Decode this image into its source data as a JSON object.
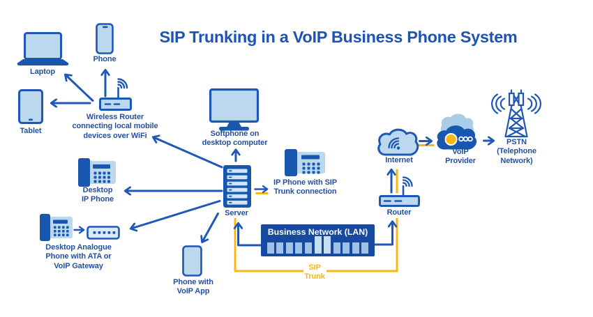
{
  "title": "SIP Trunking in a VoIP Business Phone System",
  "colors": {
    "line_blue": "#1e57b6",
    "dark_fill": "#1757b0",
    "light_fill": "#bcd8ef",
    "lan_background": "#174a9e",
    "sip_trunk_yellow": "#fcb614",
    "label_text": "#24509f",
    "title_text": "#1d53b4"
  },
  "nodes": {
    "laptop": {
      "label": "Laptop"
    },
    "phone": {
      "label": "Phone"
    },
    "tablet": {
      "label": "Tablet"
    },
    "wireless_router": {
      "label": "Wireless Router\nconnecting local mobile\ndevices over WiFi"
    },
    "desktop_ip_phone": {
      "label": "Desktop\nIP Phone"
    },
    "desktop_analogue_phone": {
      "label": "Desktop Analogue\nPhone with ATA or\nVoIP Gateway"
    },
    "softphone": {
      "label": "Softphone on\ndesktop computer"
    },
    "server": {
      "label": "Server"
    },
    "ip_phone_sip": {
      "label": "IP Phone with SIP\nTrunk connection"
    },
    "phone_voip_app": {
      "label": "Phone with\nVoIP App"
    },
    "lan": {
      "label": "Business Network (LAN)"
    },
    "sip_trunk": {
      "label": "SIP\nTrunk"
    },
    "internet": {
      "label": "Internet"
    },
    "router": {
      "label": "Router"
    },
    "voip_provider": {
      "label": "VoIP\nProvider"
    },
    "pstn": {
      "label": "PSTN\n(Telephone\nNetwork)"
    }
  }
}
